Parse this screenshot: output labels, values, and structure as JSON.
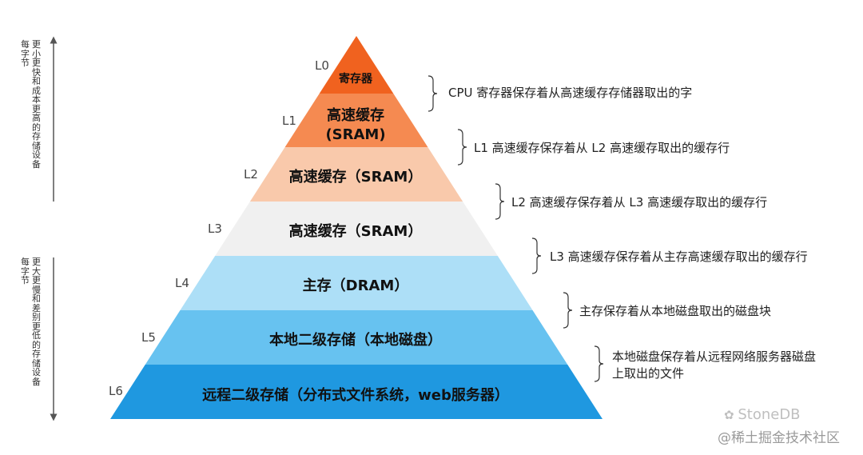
{
  "axis": {
    "top_label_col1": "每字节",
    "top_label_col2": "更小更快和成本更高的存储设备",
    "bottom_label_col1": "每字节",
    "bottom_label_col2": "更大更慢和差别更低的存储设备"
  },
  "levels": [
    {
      "id": "L0",
      "name": "寄存器",
      "color": "#f0621f",
      "description": [
        "CPU 寄存器保存着从高速缓存存储器取出的字"
      ]
    },
    {
      "id": "L1",
      "name": "高速缓存\n(SRAM)",
      "color": "#f58a51",
      "description": [
        "L1 高速缓存保存着从 L2 高速缓存取出的缓存行"
      ]
    },
    {
      "id": "L2",
      "name": "高速缓存（SRAM）",
      "color": "#f9c9ab",
      "description": [
        "L2 高速缓存保存着从 L3 高速缓存取出的缓存行"
      ]
    },
    {
      "id": "L3",
      "name": "高速缓存（SRAM）",
      "color": "#f0f0f0",
      "description": [
        "L3 高速缓存保存着从主存高速缓存取出的缓存行"
      ]
    },
    {
      "id": "L4",
      "name": "主存（DRAM）",
      "color": "#addff7",
      "description": [
        "主存保存着从本地磁盘取出的磁盘块"
      ]
    },
    {
      "id": "L5",
      "name": "本地二级存储（本地磁盘）",
      "color": "#67c2f0",
      "description": [
        "本地磁盘保存着从远程网络服务器磁盘",
        "上取出的文件"
      ]
    },
    {
      "id": "L6",
      "name": "远程二级存储（分布式文件系统，web服务器）",
      "color": "#1f98e0",
      "description": []
    }
  ],
  "watermark": {
    "brand": "StoneDB",
    "community": "@稀土掘金技术社区"
  }
}
